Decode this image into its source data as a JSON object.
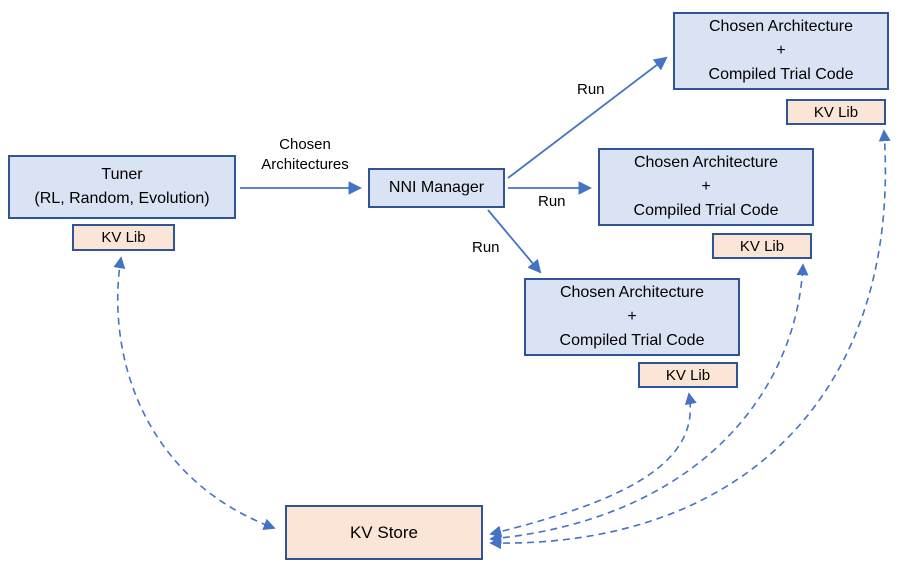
{
  "colors": {
    "node_fill_blue": "#dae3f3",
    "node_fill_peach": "#fbe5d6",
    "node_border": "#2f5597",
    "arrow_blue": "#4472c4"
  },
  "tuner": {
    "line1": "Tuner",
    "line2": "(RL, Random, Evolution)",
    "kv_lib": "KV Lib"
  },
  "manager": {
    "label": "NNI Manager"
  },
  "trials": [
    {
      "line1": "Chosen Architecture",
      "line2": "+",
      "line3": "Compiled Trial Code",
      "kv_lib": "KV Lib"
    },
    {
      "line1": "Chosen Architecture",
      "line2": "+",
      "line3": "Compiled Trial Code",
      "kv_lib": "KV Lib"
    },
    {
      "line1": "Chosen Architecture",
      "line2": "+",
      "line3": "Compiled Trial Code",
      "kv_lib": "KV Lib"
    }
  ],
  "kv_store": {
    "label": "KV Store"
  },
  "edge_labels": {
    "chosen_line1": "Chosen",
    "chosen_line2": "Architectures",
    "run_top": "Run",
    "run_mid": "Run",
    "run_low": "Run"
  }
}
